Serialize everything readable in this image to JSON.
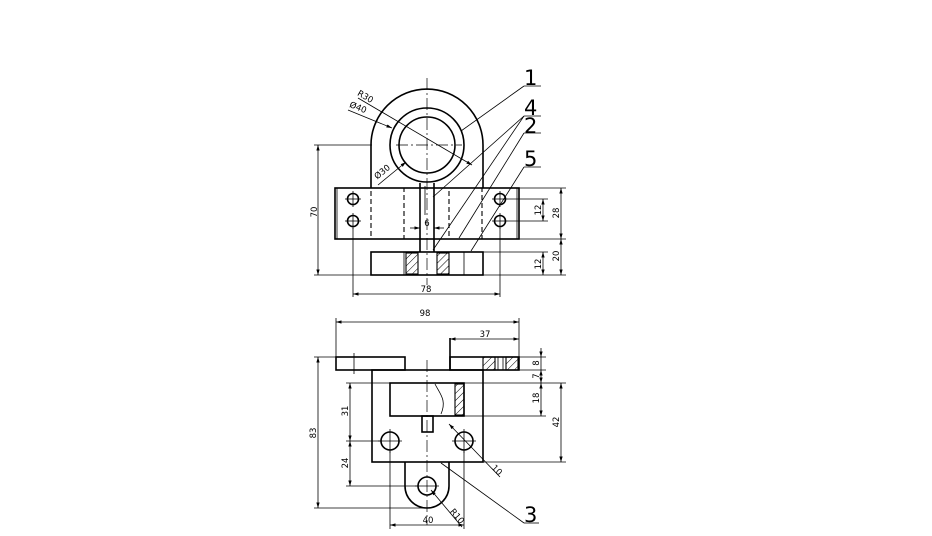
{
  "front_view": {
    "dims": {
      "r30": "R30",
      "d40": "Ø40",
      "d30": "Ø30",
      "h70": "70",
      "w6": "6",
      "w78": "78",
      "h12a": "12",
      "h28": "28",
      "h12b": "12",
      "h20": "20"
    }
  },
  "top_view": {
    "dims": {
      "w98": "98",
      "w37": "37",
      "h8": "8",
      "h7": "7",
      "h18": "18",
      "h42": "42",
      "h31": "31",
      "h24": "24",
      "h83": "83",
      "w40": "40",
      "d10": "10",
      "r10": "R10"
    }
  },
  "callouts": {
    "c1": "1",
    "c2": "2",
    "c3": "3",
    "c4": "4",
    "c5": "5"
  }
}
